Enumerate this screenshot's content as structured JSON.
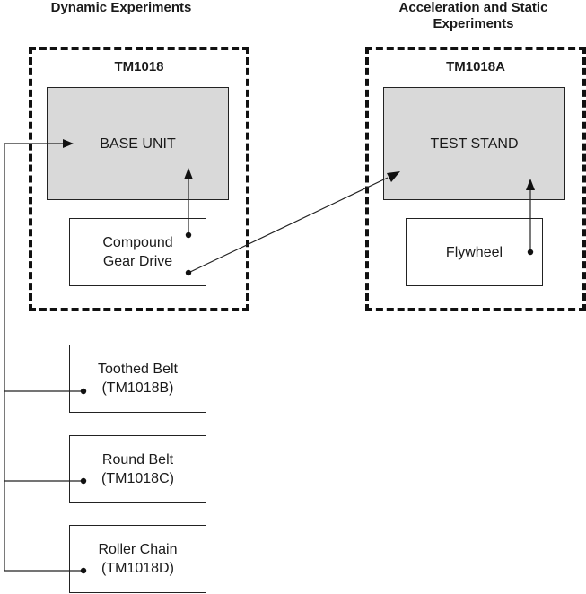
{
  "headings": {
    "left": "Dynamic Experiments",
    "right_line1": "Acceleration and Static",
    "right_line2": "Experiments"
  },
  "groups": {
    "left_title": "TM1018",
    "right_title": "TM1018A"
  },
  "boxes": {
    "base_unit": "BASE UNIT",
    "compound_gear_drive": "Compound\nGear Drive",
    "test_stand": "TEST STAND",
    "flywheel": "Flywheel",
    "toothed_belt": "Toothed Belt\n(TM1018B)",
    "round_belt": "Round Belt\n(TM1018C)",
    "roller_chain": "Roller Chain\n(TM1018D)"
  }
}
